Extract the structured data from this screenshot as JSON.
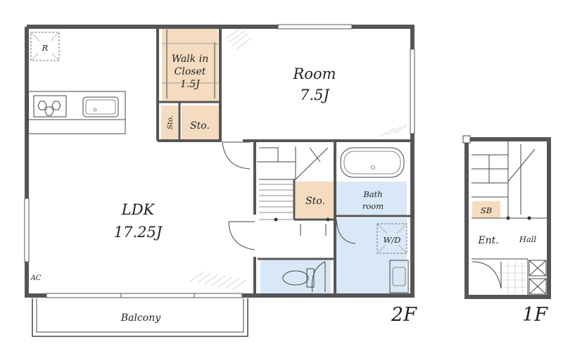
{
  "floors": {
    "second_label": "2F",
    "first_label": "1F"
  },
  "rooms": {
    "ldk_name": "LDK",
    "ldk_size": "17.25J",
    "room_name": "Room",
    "room_size": "7.5J",
    "closet_line1": "Walk in",
    "closet_line2": "Closet",
    "closet_line3": "1.5J",
    "storage_a": "Sto.",
    "storage_b": "Sto.",
    "storage_c": "Sto.",
    "bath_line1": "Bath",
    "bath_line2": "room",
    "washer": "W/D",
    "balcony": "Balcony",
    "aircon": "AC",
    "refrigerator": "R",
    "shoe_box": "SB",
    "entrance": "Ent.",
    "hall": "Hall"
  },
  "colors": {
    "wall": "#555555",
    "storage_fill": "#f5dcc0",
    "wet_area_fill": "#d8e8f6"
  }
}
